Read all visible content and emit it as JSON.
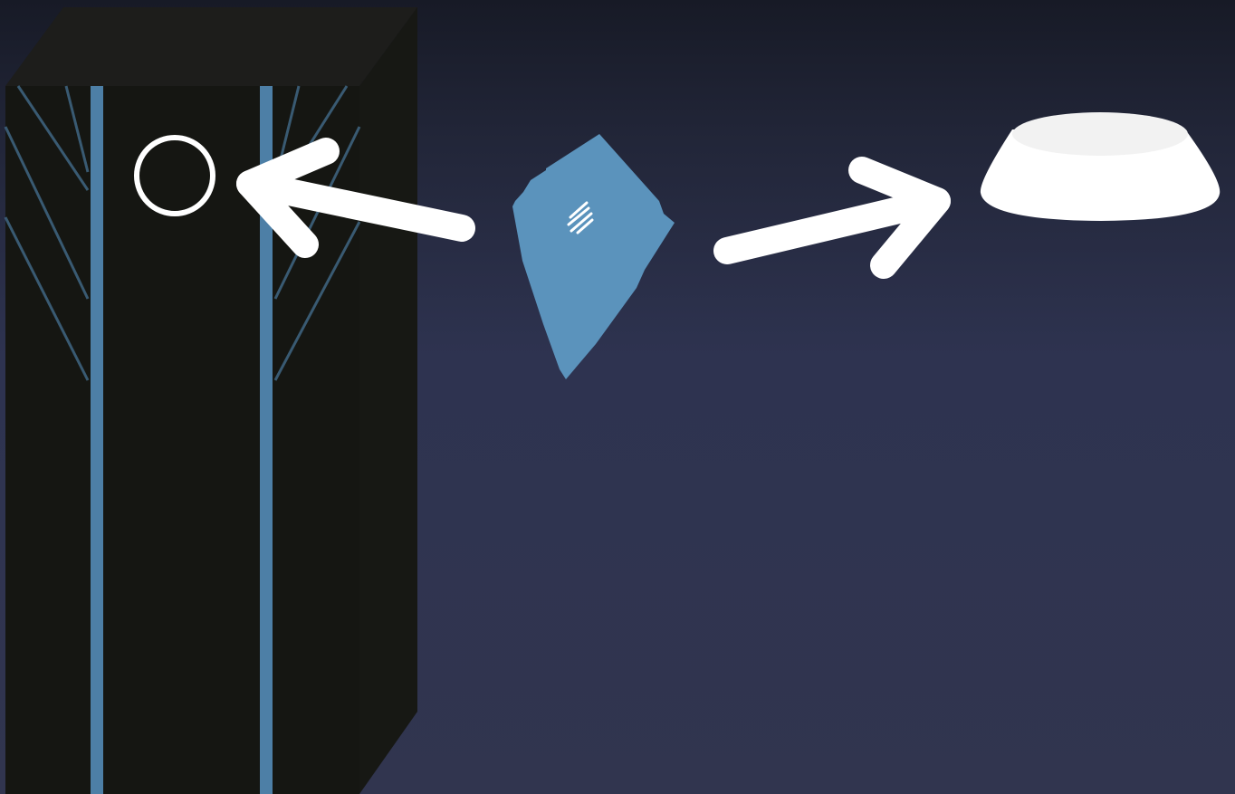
{
  "scene": {
    "colors": {
      "background_top": "#171a26",
      "background_bottom": "#31354f",
      "cabinet_front": "#151612",
      "cabinet_top": "#1d1d1b",
      "cabinet_side": "#171814",
      "accent_blue": "#4d7fa6",
      "crystal": "#5b93bc",
      "white": "#ffffff",
      "dish_inner": "#f2f2f2"
    },
    "objects": [
      {
        "name": "tall-cabinet",
        "icon": "cabinet-icon"
      },
      {
        "name": "target-circle",
        "icon": "circle-outline-icon"
      },
      {
        "name": "blue-crystal",
        "icon": "crystal-icon"
      },
      {
        "name": "white-dish",
        "icon": "bowl-icon"
      }
    ],
    "arrows": [
      {
        "name": "arrow-to-cabinet",
        "from": "blue-crystal",
        "to": "target-circle"
      },
      {
        "name": "arrow-to-dish",
        "from": "blue-crystal",
        "to": "white-dish"
      }
    ]
  }
}
